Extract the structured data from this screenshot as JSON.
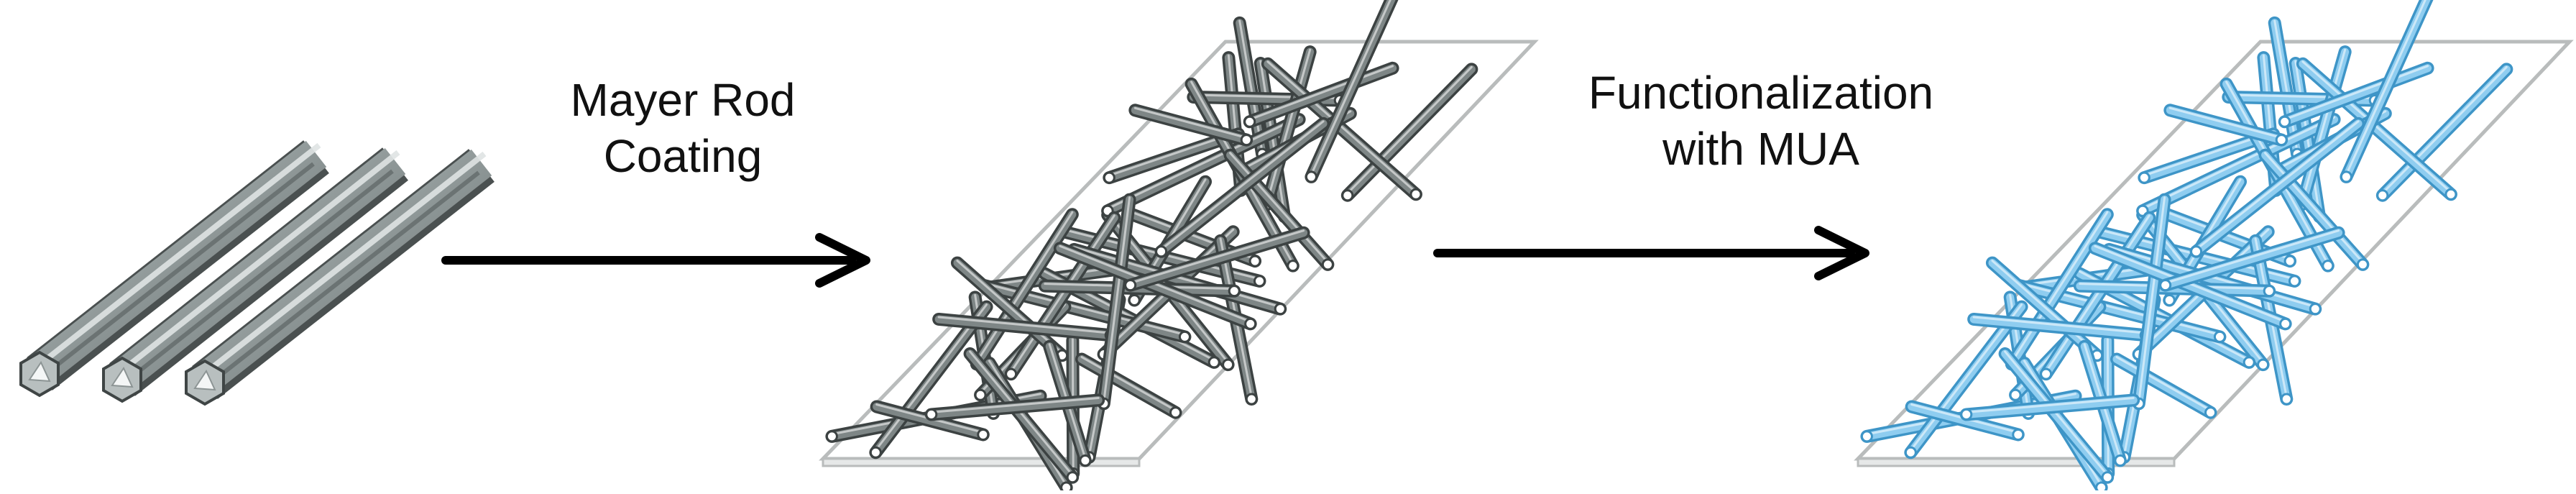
{
  "steps": [
    {
      "line1": "Mayer Rod",
      "line2": "Coating"
    },
    {
      "line1": "Functionalization",
      "line2": "with MUA"
    }
  ],
  "colors": {
    "rod_fill": "#9aa3a3",
    "rod_dark": "#4a5050",
    "rod_light": "#dfe4e4",
    "wire_grey": "#7e8686",
    "wire_grey_dark": "#3c4242",
    "wire_blue": "#8fcdf0",
    "wire_blue_dark": "#3e95c7",
    "substrate_fill": "#ffffff",
    "substrate_edge": "#b9bcbc",
    "arrow": "#000000"
  },
  "icons": [
    "rods",
    "arrow",
    "coated-substrate",
    "arrow",
    "functionalized-substrate"
  ]
}
